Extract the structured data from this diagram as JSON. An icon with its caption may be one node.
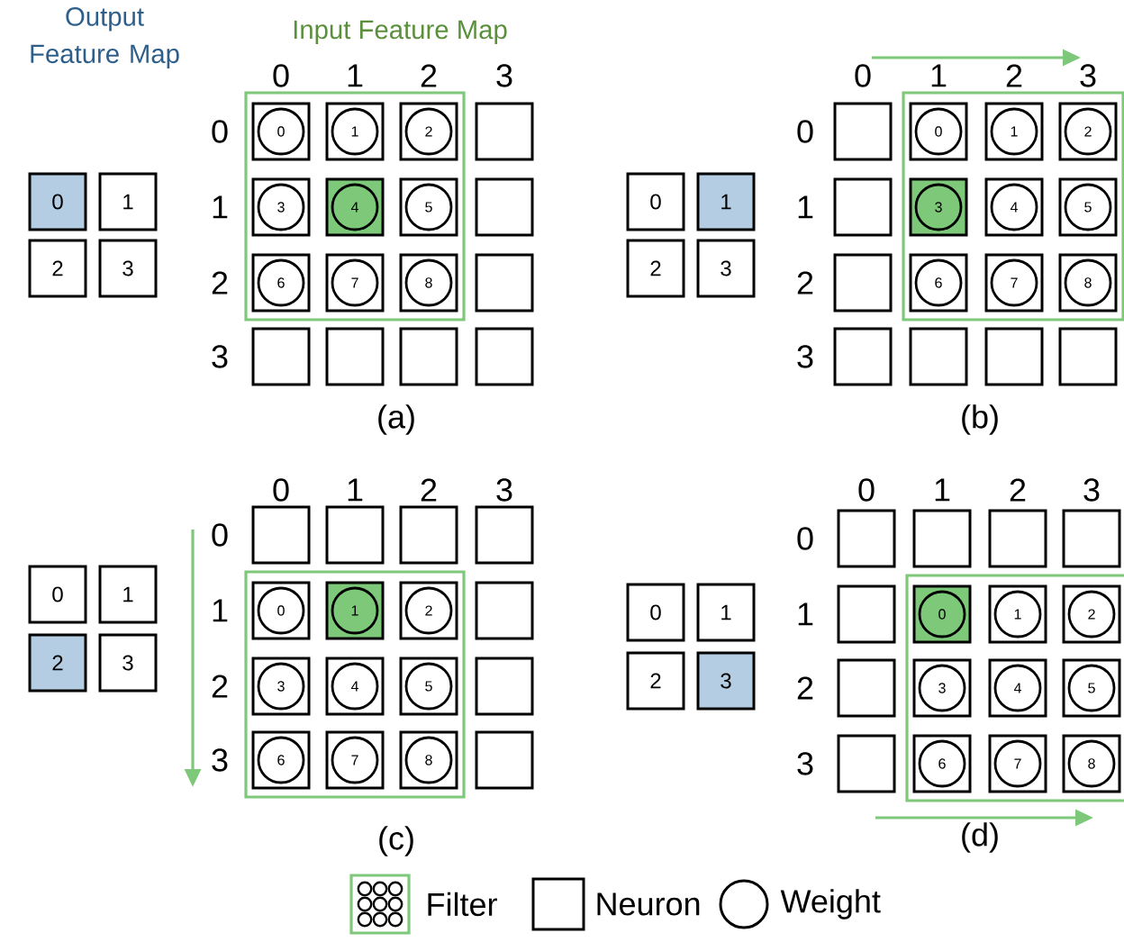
{
  "diagram": {
    "nodes": [
      {
        "text": [
          "0"
        ]
      },
      {
        "text": [
          "1"
        ]
      },
      {
        "text": [
          "2"
        ]
      },
      {
        "text": [
          "3"
        ]
      },
      {
        "text": [],
        "shape": "box"
      },
      {
        "text": [],
        "shape": "box",
        "in": 4
      },
      {
        "text": [],
        "shape": "box",
        "in": 4
      },
      {
        "text": [],
        "shape": "box",
        "in": 4
      },
      {
        "text": [],
        "shape": "box"
      },
      {
        "text": [],
        "shape": "box",
        "in": 4
      },
      {
        "text": [],
        "shape": "box",
        "in": 4
      },
      {
        "text": [],
        "shape": "box",
        "in": 4
      },
      {
        "text": [],
        "shape": "box"
      },
      {
        "text": [],
        "shape": "box",
        "in": 4
      },
      {
        "text": [],
        "shape": "box",
        "in": 4
      },
      {
        "text": [],
        "shape": "box",
        "in": 4
      },
      {
        "text": [],
        "shape": "box"
      },
      {
        "text": [],
        "shape": "box"
      },
      {
        "text": [],
        "shape": "box"
      },
      {
        "text": [],
        "shape": "box"
      },
      {
        "text": [],
        "shape": "box"
      },
      {
        "text": [
          "0"
        ],
        "in": 5
      },
      {
        "text": [
          "1"
        ],
        "in": 6
      },
      {
        "text": [
          "2"
        ],
        "in": 7
      },
      {
        "text": [
          "3"
        ],
        "in": 9
      },
      {
        "text": [
          "4"
        ],
        "in": 10
      },
      {
        "text": [
          "5"
        ],
        "in": 11
      },
      {
        "text": [
          "6"
        ],
        "in": 13
      },
      {
        "text": [
          "7"
        ],
        "in": 14
      },
      {
        "text": [
          "8"
        ],
        "in": 15
      },
      {
        "text": [
          "0"
        ]
      },
      {
        "text": [
          "1"
        ]
      },
      {
        "text": [
          "2"
        ]
      },
      {
        "text": [
          "3"
        ]
      },
      {
        "text": [],
        "shape": "box"
      },
      {
        "text": [],
        "shape": "box"
      },
      {
        "text": [],
        "shape": "box",
        "in": 34
      },
      {
        "text": [],
        "shape": "box",
        "in": 34
      },
      {
        "text": [],
        "shape": "box",
        "in": 34
      },
      {
        "text": [],
        "shape": "box"
      },
      {
        "text": [],
        "shape": "box",
        "in": 34
      },
      {
        "text": [],
        "shape": "box",
        "in": 34
      },
      {
        "text": [],
        "shape": "box",
        "in": 34
      },
      {
        "text": [],
        "shape": "box"
      },
      {
        "text": [],
        "shape": "box",
        "in": 34
      },
      {
        "text": [],
        "shape": "box",
        "in": 34
      },
      {
        "text": [],
        "shape": "box",
        "in": 34
      },
      {
        "text": [],
        "shape": "box"
      },
      {
        "text": [],
        "shape": "box"
      },
      {
        "text": [],
        "shape": "box"
      },
      {
        "text": [],
        "shape": "box"
      },
      {
        "text": [
          "0"
        ],
        "in": 36
      },
      {
        "text": [
          "1"
        ],
        "in": 37
      },
      {
        "text": [
          "2"
        ],
        "in": 38
      },
      {
        "text": [
          "3"
        ],
        "in": 40
      },
      {
        "text": [
          "4"
        ],
        "in": 41
      },
      {
        "text": [
          "5"
        ],
        "in": 42
      },
      {
        "text": [
          "6"
        ],
        "in": 44
      },
      {
        "text": [
          "7"
        ],
        "in": 45
      },
      {
        "text": [
          "8"
        ],
        "in": 46
      },
      {
        "text": [
          "0"
        ]
      },
      {
        "text": [
          "1"
        ]
      },
      {
        "text": [
          "2"
        ]
      },
      {
        "text": [
          "3"
        ]
      },
      {
        "text": [],
        "shape": "box"
      },
      {
        "text": [],
        "shape": "box"
      },
      {
        "text": [],
        "shape": "box"
      },
      {
        "text": [],
        "shape": "box"
      },
      {
        "text": [],
        "shape": "box"
      },
      {
        "text": [],
        "shape": "box",
        "in": 64
      },
      {
        "text": [],
        "shape": "box",
        "in": 64
      },
      {
        "text": [],
        "shape": "box",
        "in": 64
      },
      {
        "text": [],
        "shape": "box"
      },
      {
        "text": [],
        "shape": "box",
        "in": 64
      },
      {
        "text": [],
        "shape": "box",
        "in": 64
      },
      {
        "text": [],
        "shape": "box",
        "in": 64
      },
      {
        "text": [],
        "shape": "box"
      },
      {
        "text": [],
        "shape": "box",
        "in": 64
      },
      {
        "text": [],
        "shape": "box",
        "in": 64
      },
      {
        "text": [],
        "shape": "box",
        "in": 64
      },
      {
        "text": [],
        "shape": "box"
      },
      {
        "text": [
          "0"
        ],
        "in": 69
      },
      {
        "text": [
          "1"
        ],
        "in": 70
      },
      {
        "text": [
          "2"
        ],
        "in": 71
      },
      {
        "text": [
          "3"
        ],
        "in": 73
      },
      {
        "text": [
          "4"
        ],
        "in": 74
      },
      {
        "text": [
          "5"
        ],
        "in": 75
      },
      {
        "text": [
          "6"
        ],
        "in": 77
      },
      {
        "text": [
          "7"
        ],
        "in": 78
      },
      {
        "text": [
          "8"
        ],
        "in": 79
      },
      {
        "text": [
          "0"
        ]
      },
      {
        "text": [
          "1"
        ]
      },
      {
        "text": [
          "2"
        ]
      },
      {
        "text": [
          "3"
        ]
      },
      {
        "text": [],
        "shape": "box"
      },
      {
        "text": [],
        "shape": "box"
      },
      {
        "text": [],
        "shape": "box"
      },
      {
        "text": [],
        "shape": "box"
      },
      {
        "text": [],
        "shape": "box"
      },
      {
        "text": [],
        "shape": "box"
      },
      {
        "text": [],
        "shape": "box",
        "in": 94
      },
      {
        "text": [],
        "shape": "box",
        "in": 94
      },
      {
        "text": [],
        "shape": "box",
        "in": 94
      },
      {
        "text": [],
        "shape": "box"
      },
      {
        "text": [],
        "shape": "box",
        "in": 94
      },
      {
        "text": [],
        "shape": "box",
        "in": 94
      },
      {
        "text": [],
        "shape": "box",
        "in": 94
      },
      {
        "text": [],
        "shape": "box"
      },
      {
        "text": [],
        "shape": "box",
        "in": 94
      },
      {
        "text": [],
        "shape": "box",
        "in": 94
      },
      {
        "text": [],
        "shape": "box",
        "in": 94
      },
      {
        "text": [
          "0"
        ],
        "in": 100
      },
      {
        "text": [
          "1"
        ],
        "in": 101
      },
      {
        "text": [
          "2"
        ],
        "in": 102
      },
      {
        "text": [
          "3"
        ],
        "in": 104
      },
      {
        "text": [
          "4"
        ],
        "in": 105
      },
      {
        "text": [
          "5"
        ],
        "in": 106
      },
      {
        "text": [
          "6"
        ],
        "in": 108
      },
      {
        "text": [
          "7"
        ],
        "in": 109
      },
      {
        "text": [
          "8"
        ],
        "in": 110
      }
    ],
    "labels": [
      "Output Feature Map",
      "Input Feature Map",
      "0",
      "1",
      "2",
      "3",
      "0",
      "1",
      "2",
      "3",
      "(a)",
      "0",
      "1",
      "2",
      "3",
      "0",
      "1",
      "2",
      "3",
      "(b)",
      "0",
      "1",
      "2",
      "3",
      "0",
      "1",
      "2",
      "3",
      "(c)",
      "0",
      "1",
      "2",
      "3",
      "0",
      "1",
      "2",
      "3",
      "(d)"
    ],
    "legend": [
      {
        "text": "Filter"
      },
      {
        "text": "Neuron"
      },
      {
        "text": "Weight"
      }
    ]
  }
}
